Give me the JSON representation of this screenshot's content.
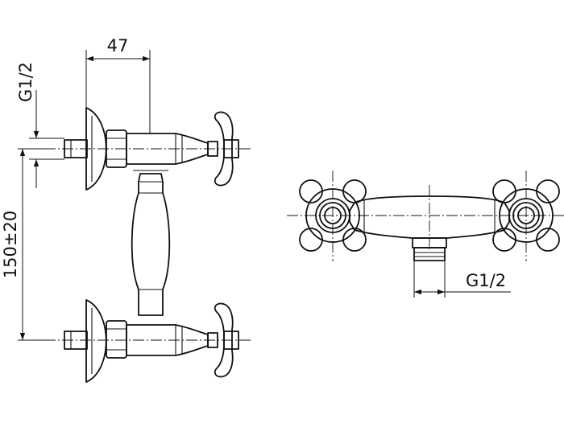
{
  "labels": {
    "width_dim": "47",
    "thread_left": "G1/2",
    "center_dim": "150±20",
    "thread_right": "G1/2"
  }
}
